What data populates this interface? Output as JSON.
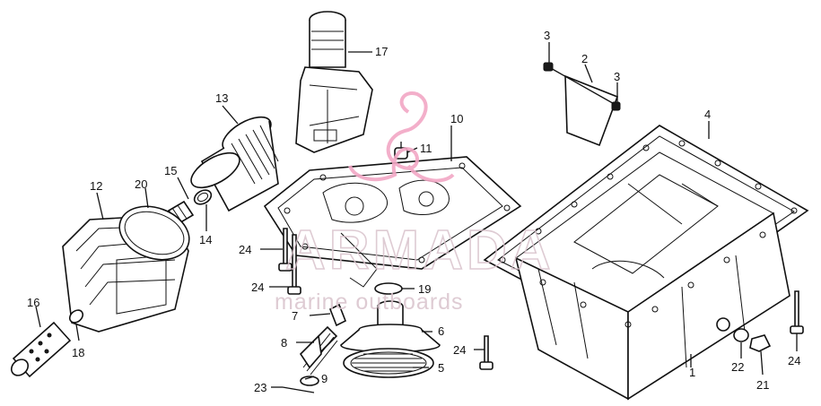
{
  "watermark": {
    "brand": "ARMADA",
    "tagline": "marine outboards",
    "logo_color": "#f2a6c4"
  },
  "callouts": [
    {
      "id": "c1",
      "label": "1"
    },
    {
      "id": "c2",
      "label": "2"
    },
    {
      "id": "c3a",
      "label": "3"
    },
    {
      "id": "c3b",
      "label": "3"
    },
    {
      "id": "c4",
      "label": "4"
    },
    {
      "id": "c5",
      "label": "5"
    },
    {
      "id": "c6",
      "label": "6"
    },
    {
      "id": "c7",
      "label": "7"
    },
    {
      "id": "c8",
      "label": "8"
    },
    {
      "id": "c9",
      "label": "9"
    },
    {
      "id": "c10",
      "label": "10"
    },
    {
      "id": "c11",
      "label": "11"
    },
    {
      "id": "c12",
      "label": "12"
    },
    {
      "id": "c13",
      "label": "13"
    },
    {
      "id": "c14",
      "label": "14"
    },
    {
      "id": "c15",
      "label": "15"
    },
    {
      "id": "c16",
      "label": "16"
    },
    {
      "id": "c17",
      "label": "17"
    },
    {
      "id": "c18",
      "label": "18"
    },
    {
      "id": "c19",
      "label": "19"
    },
    {
      "id": "c20",
      "label": "20"
    },
    {
      "id": "c21",
      "label": "21"
    },
    {
      "id": "c22",
      "label": "22"
    },
    {
      "id": "c23",
      "label": "23"
    },
    {
      "id": "c24a",
      "label": "24"
    },
    {
      "id": "c24b",
      "label": "24"
    },
    {
      "id": "c24c",
      "label": "24"
    },
    {
      "id": "c24d",
      "label": "24"
    }
  ]
}
